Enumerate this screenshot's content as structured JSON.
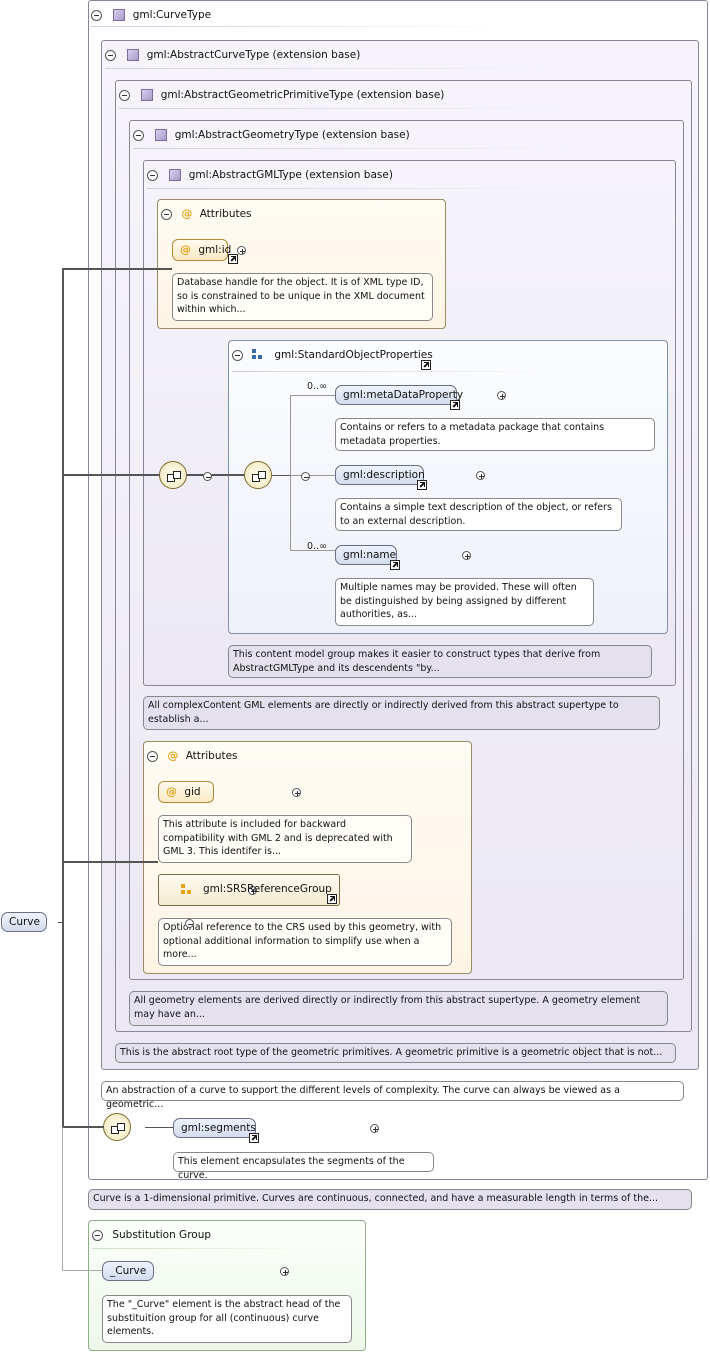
{
  "root": {
    "label": "Curve"
  },
  "types": {
    "curve_type": "gml:CurveType",
    "abstract_curve": "gml:AbstractCurveType (extension base)",
    "abstract_geom_primitive": "gml:AbstractGeometricPrimitiveType (extension base)",
    "abstract_geometry": "gml:AbstractGeometryType (extension base)",
    "abstract_gml": "gml:AbstractGMLType (extension base)"
  },
  "attributes_1": {
    "title": "Attributes",
    "id_attr": "gml:id",
    "id_doc": "Database handle for the object. It is of XML type ID, so is constrained to be unique in the XML document within which..."
  },
  "std_props": {
    "title": "gml:StandardObjectProperties",
    "items": [
      {
        "label": "gml:metaDataProperty",
        "occurs": "0..∞",
        "doc": "Contains or refers to a metadata package that contains metadata properties."
      },
      {
        "label": "gml:description",
        "occurs": "",
        "doc": "Contains a simple text description of the object, or refers to an external description."
      },
      {
        "label": "gml:name",
        "occurs": "0..∞",
        "doc": "Multiple names may be provided. These will often be distinguished by being assigned by different authorities, as..."
      }
    ],
    "group_doc": "This content model group makes it easier to construct types that derive from AbstractGMLType and its descendents \"by..."
  },
  "docs": {
    "gml_type": "All complexContent GML elements are directly or indirectly derived from this abstract supertype to establish a...",
    "geometry_type": "All geometry elements are derived directly or indirectly from this abstract supertype. A geometry element may have an...",
    "primitive_type": "This is the abstract root type of the geometric primitives. A geometric primitive is a geometric object that is not...",
    "curve_abstract": "An abstraction of a curve to support the different levels of complexity. The curve can always be viewed as a geometric...",
    "curve": "Curve is a 1-dimensional primitive. Curves are continuous, connected, and have a measurable length in terms of the..."
  },
  "attributes_2": {
    "title": "Attributes",
    "gid": "gid",
    "gid_doc": "This attribute is included for backward compatibility with GML 2 and is deprecated with GML 3. This identifer is...",
    "srs_group": "gml:SRSReferenceGroup",
    "srs_doc": "Optional reference to the CRS used by this geometry, with optional additional information to simplify use when a more..."
  },
  "segments": {
    "label": "gml:segments",
    "doc": "This element encapsulates the segments of the curve."
  },
  "substitution": {
    "title": "Substitution Group",
    "label": "_Curve",
    "doc": "The \"_Curve\" element is the abstract head of the substituition group for all (continuous) curve elements."
  }
}
